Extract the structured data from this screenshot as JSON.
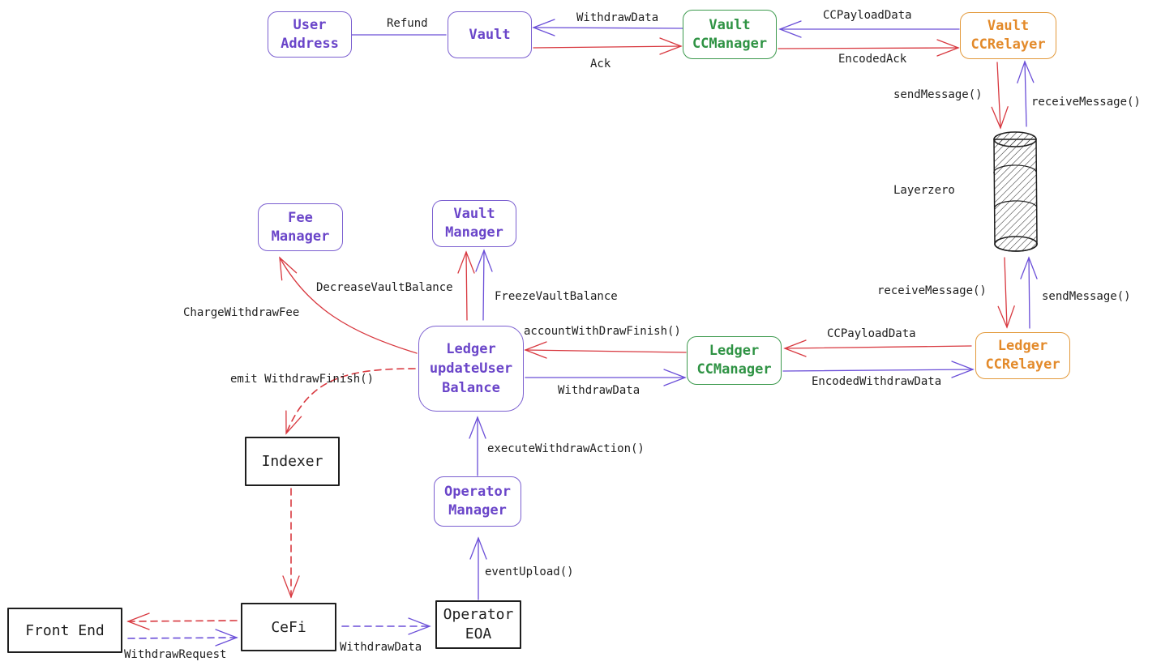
{
  "diagram": {
    "type": "withdraw-flow",
    "colors": {
      "request_flow": "#6b4fd8",
      "response_flow": "#d8383f",
      "purple_node": "#6a45c9",
      "green_node": "#2f9344",
      "orange_node": "#e38a2a",
      "plain_node": "#1e1e1e"
    },
    "nodes": {
      "user_address": [
        "User",
        "Address"
      ],
      "vault": [
        "Vault"
      ],
      "vault_cc_manager": [
        "Vault",
        "CCManager"
      ],
      "vault_cc_relayer": [
        "Vault",
        "CCRelayer"
      ],
      "layerzero": "Layerzero",
      "fee_manager": [
        "Fee",
        "Manager"
      ],
      "vault_manager": [
        "Vault",
        "Manager"
      ],
      "ledger": [
        "Ledger",
        "updateUser",
        "Balance"
      ],
      "ledger_cc_manager": [
        "Ledger",
        "CCManager"
      ],
      "ledger_cc_relayer": [
        "Ledger",
        "CCRelayer"
      ],
      "indexer": [
        "Indexer"
      ],
      "operator_manager": [
        "Operator",
        "Manager"
      ],
      "front_end": [
        "Front End"
      ],
      "cefi": [
        "CeFi"
      ],
      "operator_eoa": [
        "Operator",
        "EOA"
      ]
    },
    "edges": {
      "refund": "Refund",
      "vault_withdraw_data": "WithdrawData",
      "ack": "Ack",
      "vault_cc_payload_data": "CCPayloadData",
      "encoded_ack": "EncodedAck",
      "vault_send_message": "sendMessage()",
      "vault_receive_message": "receiveMessage()",
      "ledger_receive_message": "receiveMessage()",
      "ledger_send_message": "sendMessage()",
      "ledger_cc_payload_data": "CCPayloadData",
      "encoded_withdraw_data": "EncodedWithdrawData",
      "account_withdraw_finish": "accountWithDrawFinish()",
      "ledger_withdraw_data": "WithdrawData",
      "decrease_vault_balance": "DecreaseVaultBalance",
      "freeze_vault_balance": "FreezeVaultBalance",
      "charge_withdraw_fee": "ChargeWithdrawFee",
      "emit_withdraw_finish": "emit WithdrawFinish()",
      "execute_withdraw_action": "executeWithdrawAction()",
      "event_upload": "eventUpload()",
      "withdraw_request": "WithdrawRequest",
      "cefi_withdraw_data": "WithdrawData"
    }
  }
}
